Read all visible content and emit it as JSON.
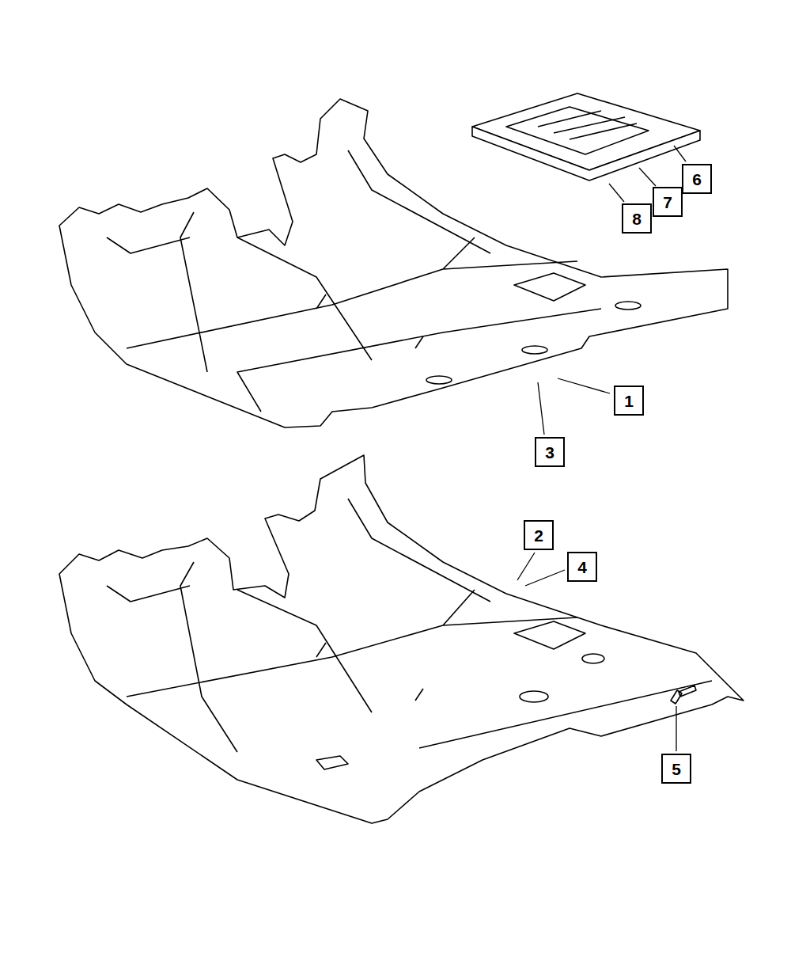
{
  "diagram": {
    "nodes": [
      {
        "text": [
          "6"
        ]
      },
      {
        "text": [
          "7"
        ]
      },
      {
        "text": [
          "8"
        ]
      },
      {
        "text": [
          "1"
        ]
      },
      {
        "text": [
          "3"
        ]
      },
      {
        "text": [
          "2"
        ]
      },
      {
        "text": [
          "4"
        ]
      },
      {
        "text": [
          "5"
        ]
      }
    ]
  }
}
